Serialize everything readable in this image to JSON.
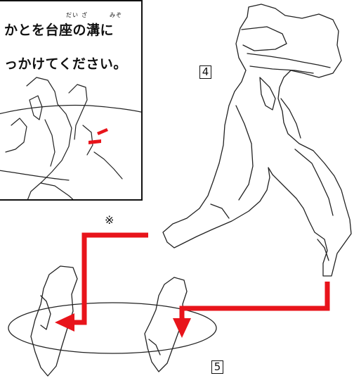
{
  "callout": {
    "line1": "かとを台座の溝に",
    "line2": "っかけてください。",
    "ruby_dai": "だい",
    "ruby_za": "ざ",
    "ruby_mizo": "みぞ"
  },
  "labels": {
    "part4": "4",
    "part5": "5",
    "asterisk": "※"
  },
  "colors": {
    "arrow": "#e8141b",
    "line": "#222222"
  },
  "icons": [
    "figure-leg-part-illustration",
    "base-stand-illustration",
    "red-arrow"
  ]
}
